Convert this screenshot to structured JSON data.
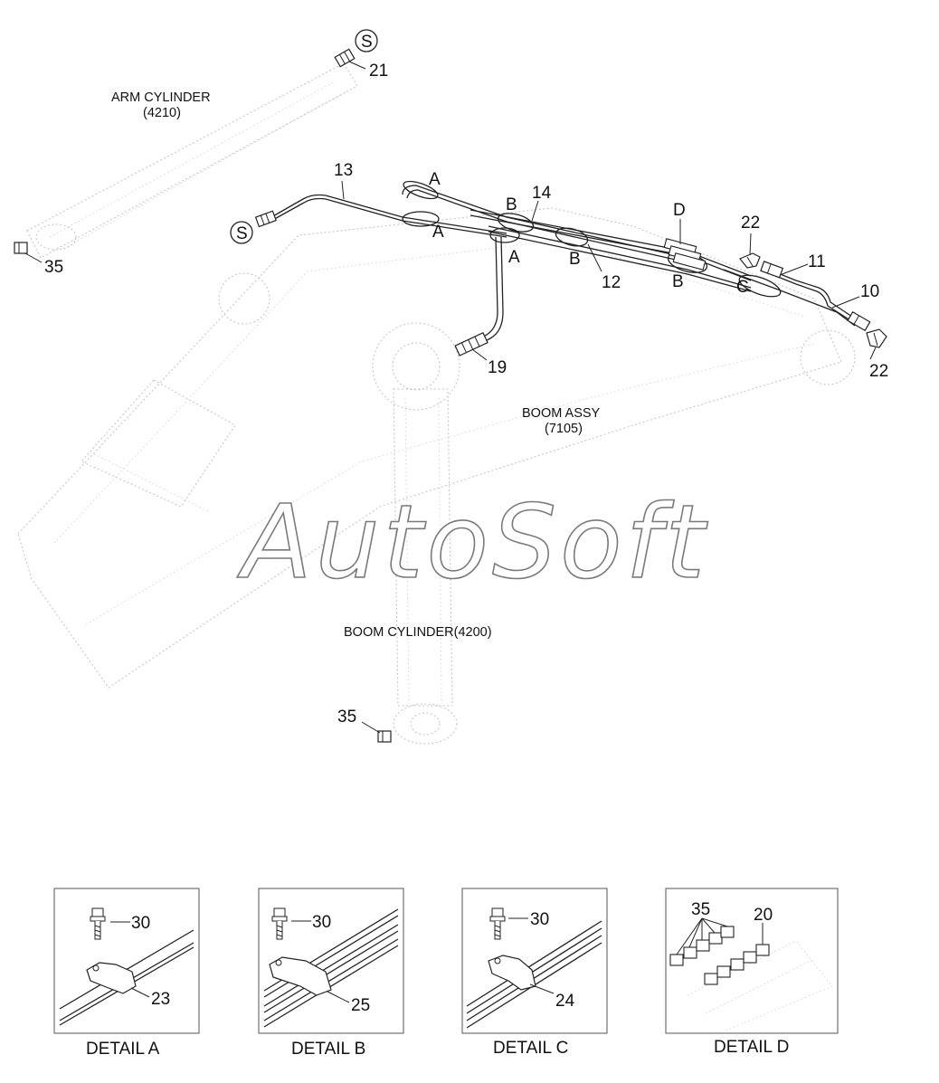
{
  "watermark": "AutoSoft",
  "captions": {
    "arm_cylinder": "ARM CYLINDER",
    "arm_cylinder_code": "(4210)",
    "boom_assy": "BOOM ASSY",
    "boom_assy_code": "(7105)",
    "boom_cylinder": "BOOM CYLINDER(4200)"
  },
  "callouts": {
    "s_top": "S",
    "s_left": "S",
    "p21": "21",
    "p35_left": "35",
    "p13": "13",
    "a1": "A",
    "a2": "A",
    "a3": "A",
    "b1": "B",
    "b2": "B",
    "b3": "B",
    "p14": "14",
    "p12": "12",
    "d1": "D",
    "p22_top": "22",
    "p11": "11",
    "c1": "C",
    "p10": "10",
    "p22_bottom": "22",
    "p19": "19",
    "p35_bottom": "35"
  },
  "details": {
    "a": {
      "title": "DETAIL A",
      "bolt": "30",
      "clamp": "23"
    },
    "b": {
      "title": "DETAIL B",
      "bolt": "30",
      "clamp": "25"
    },
    "c": {
      "title": "DETAIL C",
      "bolt": "30",
      "clamp": "24"
    },
    "d": {
      "title": "DETAIL D",
      "fitting_group": "35",
      "fitting_group_2": "20"
    }
  }
}
